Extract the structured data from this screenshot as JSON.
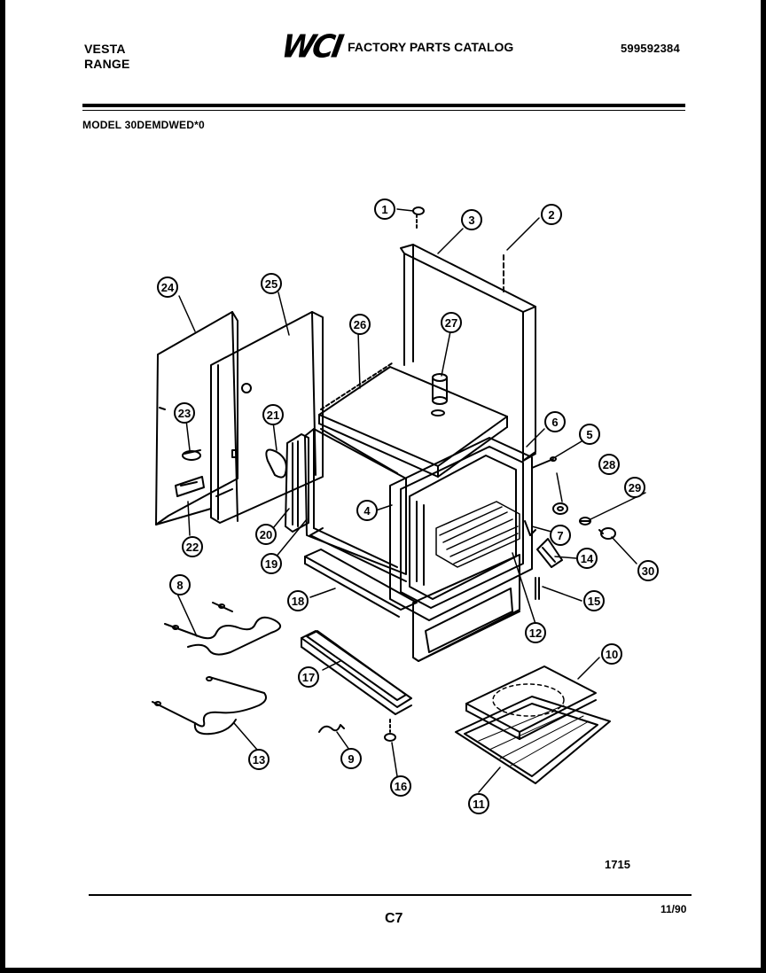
{
  "header": {
    "brand_line1": "VESTA",
    "brand_line2": "RANGE",
    "logo": "WCI",
    "catalog_title": "FACTORY PARTS CATALOG",
    "part_number": "599592384",
    "model": "MODEL 30DEMDWED*0"
  },
  "callouts": [
    "1",
    "2",
    "3",
    "4",
    "5",
    "6",
    "7",
    "8",
    "9",
    "10",
    "11",
    "12",
    "13",
    "14",
    "15",
    "16",
    "17",
    "18",
    "19",
    "20",
    "21",
    "22",
    "23",
    "24",
    "25",
    "26",
    "27",
    "28",
    "29",
    "30"
  ],
  "footer": {
    "figure_number": "1715",
    "page": "C7",
    "date": "11/90"
  }
}
